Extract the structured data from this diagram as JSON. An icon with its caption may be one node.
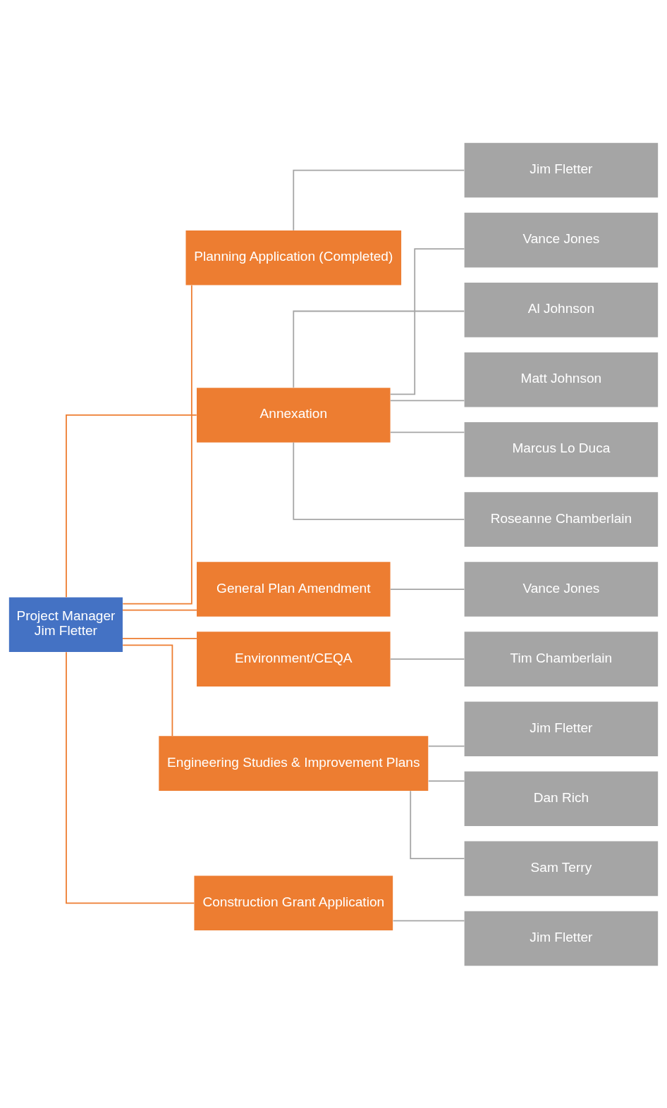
{
  "diagram": {
    "nodes": [
      {
        "text": [
          "Project Manager",
          "Jim Fletter"
        ]
      },
      {
        "text": [
          "Planning Application (Completed)"
        ]
      },
      {
        "text": [
          "Jim Fletter"
        ]
      },
      {
        "text": [
          "Annexation"
        ]
      },
      {
        "text": [
          "Vance Jones"
        ]
      },
      {
        "text": [
          "Al Johnson"
        ]
      },
      {
        "text": [
          "Matt Johnson"
        ]
      },
      {
        "text": [
          "Marcus Lo Duca"
        ]
      },
      {
        "text": [
          "Roseanne Chamberlain"
        ]
      },
      {
        "text": [
          "General Plan Amendment"
        ]
      },
      {
        "text": [
          "Vance Jones"
        ]
      },
      {
        "text": [
          "Environment/CEQA"
        ]
      },
      {
        "text": [
          "Tim Chamberlain"
        ]
      },
      {
        "text": [
          "Engineering Studies & Improvement Plans"
        ]
      },
      {
        "text": [
          "Jim Fletter"
        ]
      },
      {
        "text": [
          "Dan Rich"
        ]
      },
      {
        "text": [
          "Sam Terry"
        ]
      },
      {
        "text": [
          "Construction Grant Application"
        ]
      },
      {
        "text": [
          "Jim Fletter"
        ]
      }
    ],
    "edges": [
      {
        "from": 0,
        "to": 1,
        "arrow": "none",
        "color": "#ed7d31"
      },
      {
        "from": 1,
        "to": 2,
        "arrow": "none"
      },
      {
        "from": 0,
        "to": 3,
        "arrow": "none",
        "color": "#ed7d31"
      },
      {
        "from": 3,
        "to": 4,
        "arrow": "none"
      },
      {
        "from": 3,
        "to": 5,
        "arrow": "none"
      },
      {
        "from": 3,
        "to": 6,
        "arrow": "none"
      },
      {
        "from": 3,
        "to": 7,
        "arrow": "none"
      },
      {
        "from": 3,
        "to": 8,
        "arrow": "none"
      },
      {
        "from": 0,
        "to": 9,
        "arrow": "none",
        "color": "#ed7d31"
      },
      {
        "from": 9,
        "to": 10,
        "arrow": "none"
      },
      {
        "from": 0,
        "to": 11,
        "arrow": "none",
        "color": "#ed7d31"
      },
      {
        "from": 11,
        "to": 12,
        "arrow": "none"
      },
      {
        "from": 0,
        "to": 13,
        "arrow": "none",
        "color": "#ed7d31"
      },
      {
        "from": 13,
        "to": 14,
        "arrow": "none"
      },
      {
        "from": 13,
        "to": 15,
        "arrow": "none"
      },
      {
        "from": 13,
        "to": 16,
        "arrow": "none"
      },
      {
        "from": 0,
        "to": 17,
        "arrow": "none",
        "color": "#ed7d31"
      },
      {
        "from": 17,
        "to": 18,
        "arrow": "none"
      }
    ]
  }
}
